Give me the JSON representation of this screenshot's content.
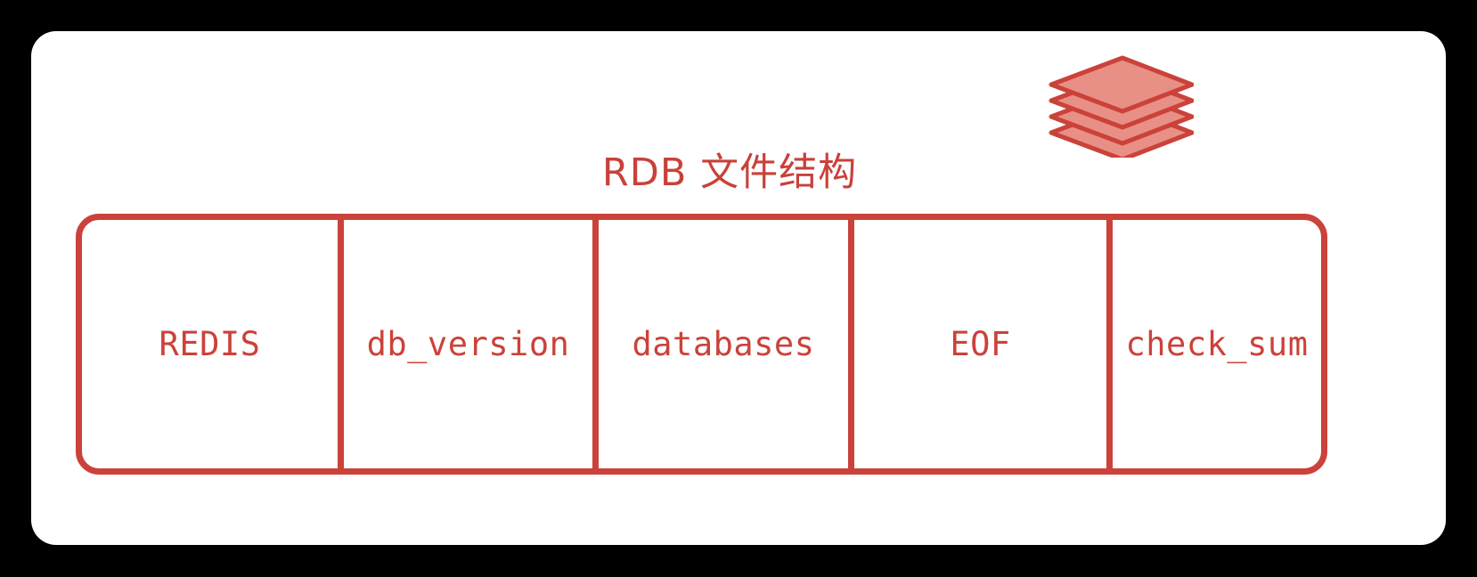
{
  "canvas": {
    "background_color": "#000000",
    "card_color": "#ffffff",
    "accent_color": "#CB423A",
    "accent_fill_color": "#E99086"
  },
  "header": {
    "title": "RDB 文件结构",
    "icon": "layers-stack-icon"
  },
  "diagram": {
    "type": "segmented-bar",
    "border_color": "#CB423A",
    "segments": [
      {
        "label": "REDIS"
      },
      {
        "label": "db_version"
      },
      {
        "label": "databases"
      },
      {
        "label": "EOF"
      },
      {
        "label": "check_sum"
      }
    ]
  }
}
